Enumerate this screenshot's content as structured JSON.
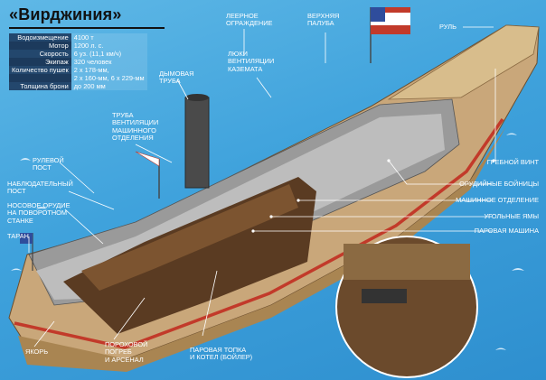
{
  "title": "«Вирджиния»",
  "specs": [
    {
      "label": "Водоизмещение",
      "value": "4100 т"
    },
    {
      "label": "Мотор",
      "value": "1200 л. с."
    },
    {
      "label": "Скорость",
      "value": "6 уз. (11,1 км/ч)"
    },
    {
      "label": "Экипаж",
      "value": "320 человек"
    },
    {
      "label": "Количество пушек",
      "value": "2 х 178-мм,"
    },
    {
      "label": "",
      "value": "2 х 160-мм, 6 х 229-мм"
    },
    {
      "label": "Толщина брони",
      "value": "до 200 мм"
    }
  ],
  "labels": {
    "railing": "ЛЕЕРНОЕ\nОГРАЖДЕНИЕ",
    "upper_deck": "ВЕРХНЯЯ\nПАЛУБА",
    "rudder": "РУЛЬ",
    "casemate_hatches": "ЛЮКИ\nВЕНТИЛЯЦИИ\nКАЗЕМАТА",
    "funnel": "ДЫМОВАЯ\nТРУБА",
    "engine_vent": "ТРУБА\nВЕНТИЛЯЦИИ\nМАШИННОГО\nОТДЕЛЕНИЯ",
    "steering_post": "РУЛЕВОЙ\nПОСТ",
    "observation_post": "НАБЛЮДАТЕЛЬНЫЙ\nПОСТ",
    "bow_gun": "НОСОВОЕ ОРУДИЕ\nНА ПОВОРОТНОМ\nСТАНКЕ",
    "ram": "ТАРАН",
    "propeller": "ГРЕБНОЙ ВИНТ",
    "gun_ports": "ОРУДИЙНЫЕ БОЙНИЦЫ",
    "engine_room": "МАШИННОЕ ОТДЕЛЕНИЕ",
    "coal_bunkers": "УГОЛЬНЫЕ ЯМЫ",
    "steam_engine": "ПАРОВАЯ МАШИНА",
    "anchor": "ЯКОРЬ",
    "powder_magazine": "ПОРОХОВОЙ\nПОГРЕБ\nИ АРСЕНАЛ",
    "boiler": "ПАРОВАЯ ТОПКА\nИ КОТЕЛ (БОЙЛЕР)"
  },
  "colors": {
    "sea": "#3fa2dc",
    "hull": "#c9a77a",
    "casemate": "#8e8e8e",
    "waterline": "#c23a2a",
    "deck": "#d8bd8c",
    "funnel": "#4a4a4a"
  }
}
